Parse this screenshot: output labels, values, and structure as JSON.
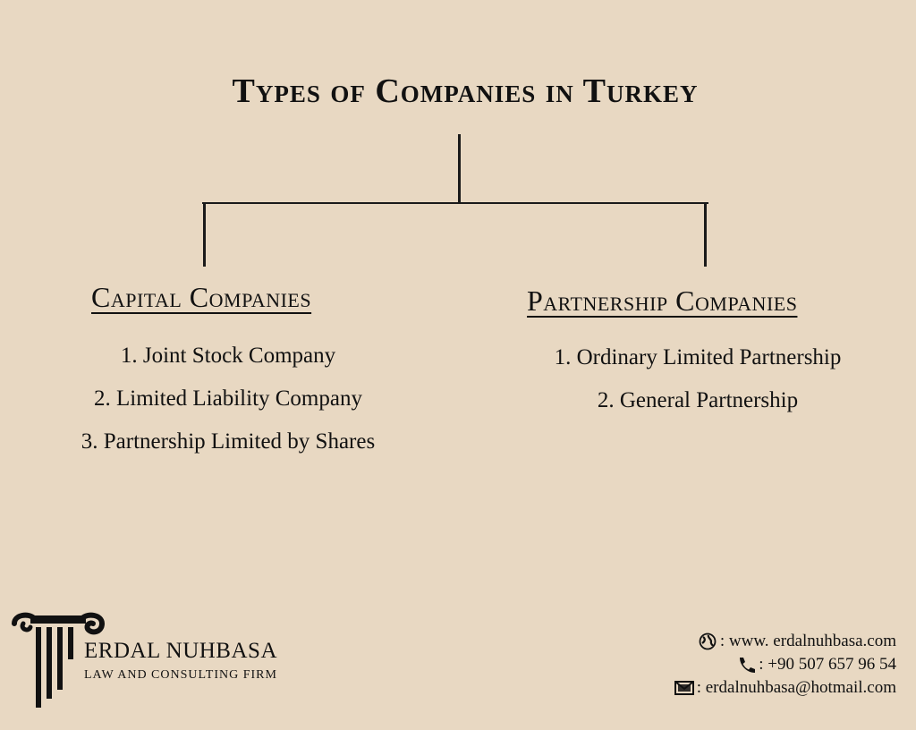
{
  "title": "Types of Companies in Turkey",
  "columns": [
    {
      "heading": "Capital Companies",
      "items": [
        "1. Joint Stock Company",
        "2. Limited Liability Company",
        "3. Partnership Limited by Shares"
      ]
    },
    {
      "heading": "Partnership Companies",
      "items": [
        "1. Ordinary Limited Partnership",
        "2. General Partnership"
      ]
    }
  ],
  "firm": {
    "name": "ERDAL NUHBASA",
    "subtitle": "LAW AND CONSULTING FIRM"
  },
  "contacts": {
    "website": ": www. erdalnuhbasa.com",
    "phone": ": +90 507 657 96 54",
    "email": ": erdalnuhbasa@hotmail.com"
  },
  "icons": {
    "website": "globe-icon",
    "phone": "phone-icon",
    "email": "envelope-icon",
    "logo": "column-pillar-icon"
  },
  "colors": {
    "background": "#e8d8c2",
    "ink": "#111111"
  }
}
